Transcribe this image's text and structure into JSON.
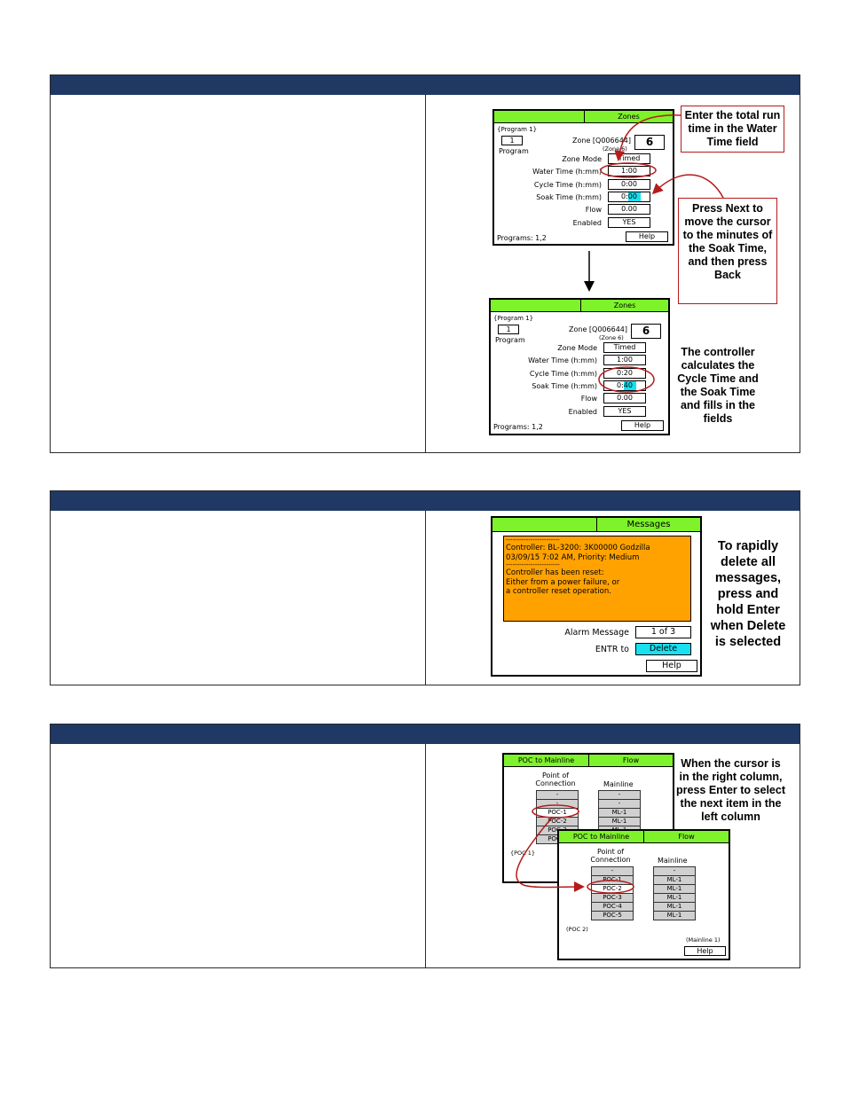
{
  "zones": {
    "screen1": {
      "title": "Zones",
      "program_tag": "{Program 1}",
      "program_value": "1",
      "program_label": "Program",
      "zone_label": "Zone [Q006644]",
      "zone_sub": "(Zone 6)",
      "zone_number": "6",
      "rows": [
        {
          "label": "Zone Mode",
          "value": "Timed"
        },
        {
          "label": "Water Time (h:mm)",
          "value": "1:00"
        },
        {
          "label": "Cycle Time (h:mm)",
          "value": "0:00"
        },
        {
          "label": "Soak Time (h:mm)",
          "value": "0:00"
        },
        {
          "label": "Flow",
          "value": "0.00"
        },
        {
          "label": "Enabled",
          "value": "YES"
        }
      ],
      "programs": "Programs: 1,2",
      "help": "Help"
    },
    "screen2": {
      "title": "Zones",
      "program_tag": "{Program 1}",
      "program_value": "1",
      "program_label": "Program",
      "zone_label": "Zone [Q006644]",
      "zone_sub": "(Zone 6)",
      "zone_number": "6",
      "rows": [
        {
          "label": "Zone Mode",
          "value": "Timed"
        },
        {
          "label": "Water Time (h:mm)",
          "value": "1:00"
        },
        {
          "label": "Cycle Time (h:mm)",
          "value": "0:20"
        },
        {
          "label": "Soak Time (h:mm)",
          "value": "0:40"
        },
        {
          "label": "Flow",
          "value": "0.00"
        },
        {
          "label": "Enabled",
          "value": "YES"
        }
      ],
      "programs": "Programs: 1,2",
      "help": "Help"
    },
    "note_water": "Enter the total run time in the Water Time field",
    "note_next": "Press Next to move the cursor to the minutes of the Soak Time, and then press Back",
    "note_calc": "The controller calculates the Cycle Time and the Soak Time and fills in the fields"
  },
  "messages": {
    "title": "Messages",
    "dash1": "------------------------",
    "line1": "Controller: BL-3200: 3K00000 Godzilla",
    "line2": "03/09/15 7:02 AM, Priority: Medium",
    "dash2": "------------------------",
    "line3": "Controller has been reset:",
    "line4": "Either from a power failure, or",
    "line5": "a controller reset operation.",
    "alarm_label": "Alarm Message",
    "alarm_value": "1 of 3",
    "entr_label": "ENTR to",
    "entr_value": "Delete",
    "help": "Help",
    "note": "To rapidly delete all messages, press and hold Enter when Delete is selected"
  },
  "poc": {
    "screen1": {
      "title_left": "POC to Mainline",
      "title_right": "Flow",
      "col1_head": "Point of Connection",
      "col2_head": "Mainline",
      "col1": [
        "-",
        "-",
        "POC-1",
        "POC-2",
        "POC-3",
        "POC-4"
      ],
      "col2": [
        "-",
        "-",
        "ML-1",
        "ML-1",
        "ML-1"
      ],
      "footer_left": "{POC 1}"
    },
    "screen2": {
      "title_left": "POC to Mainline",
      "title_right": "Flow",
      "col1_head": "Point of Connection",
      "col2_head": "Mainline",
      "col1": [
        "-",
        "POC-1",
        "POC-2",
        "POC-3",
        "POC-4",
        "POC-5"
      ],
      "col2": [
        "-",
        "ML-1",
        "ML-1",
        "ML-1",
        "ML-1",
        "ML-1"
      ],
      "footer_left": "(POC 2)",
      "footer_right": "(Mainline 1)",
      "help": "Help"
    },
    "note": "When the cursor is in the right column, press Enter to select the next item in the left column"
  },
  "colors": {
    "header": "#1f3864",
    "screen_bar": "#7ef22a",
    "highlight": "#19e0f0",
    "message_bg": "#ffa200",
    "callout": "#b51b1b"
  }
}
